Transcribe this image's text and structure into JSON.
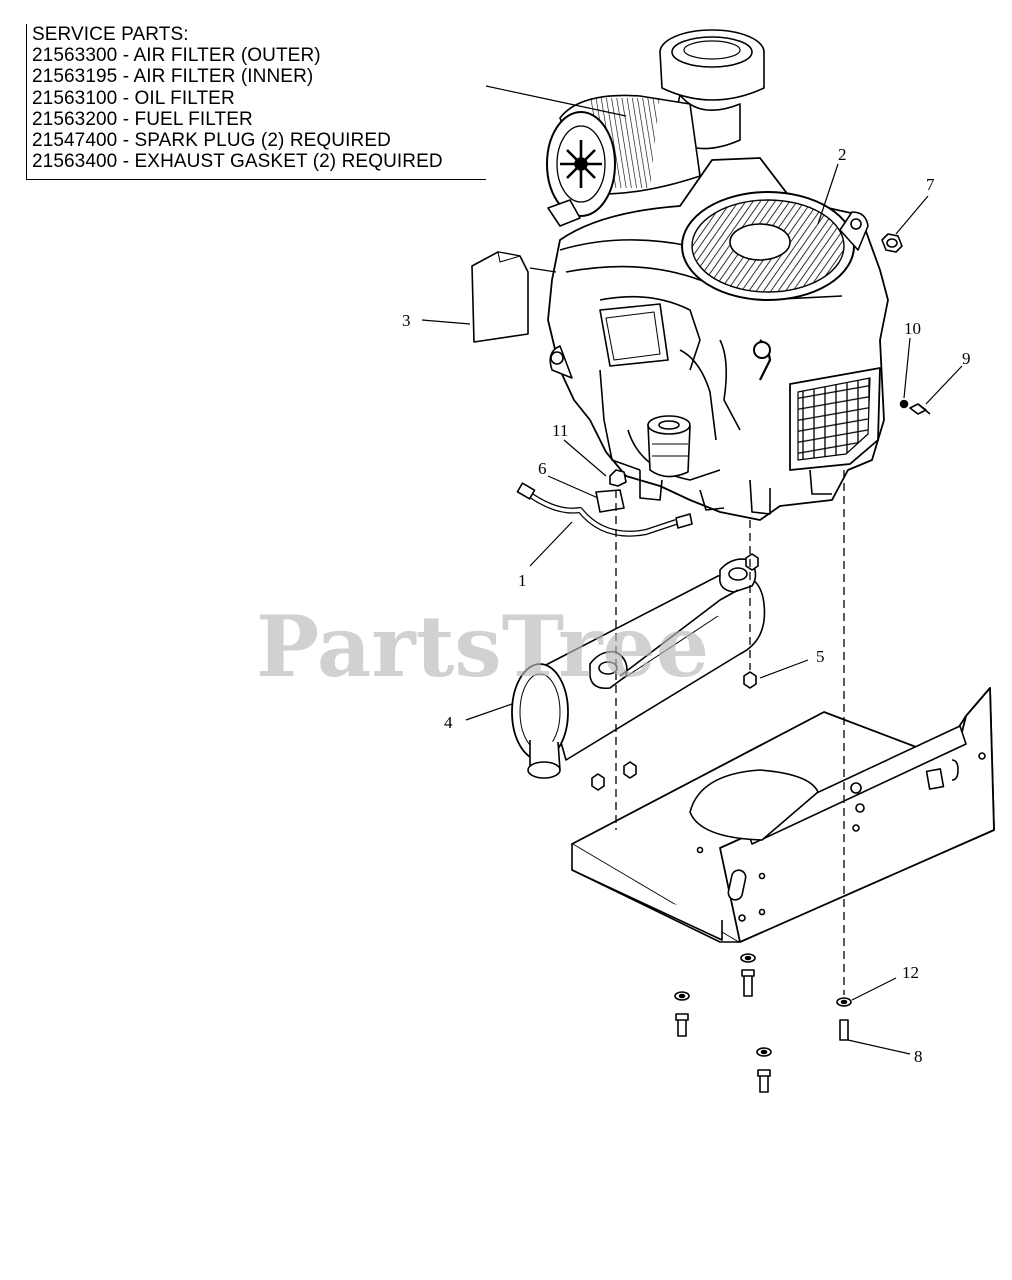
{
  "service_parts": {
    "heading": "SERVICE PARTS:",
    "items": [
      "21563300 - AIR FILTER (OUTER)",
      "21563195 - AIR FILTER (INNER)",
      "21563100 - OIL FILTER",
      "21563200 - FUEL FILTER",
      "21547400 - SPARK PLUG (2) REQUIRED",
      "21563400 - EXHAUST GASKET (2) REQUIRED"
    ]
  },
  "callouts": {
    "c1": "1",
    "c2": "2",
    "c3": "3",
    "c4": "4",
    "c5": "5",
    "c6": "6",
    "c7": "7",
    "c8": "8",
    "c9": "9",
    "c10": "10",
    "c11": "11",
    "c12": "12"
  },
  "watermark": "PartsTree",
  "colors": {
    "line": "#000000",
    "watermark": "#b9b9b9",
    "background": "#ffffff"
  }
}
